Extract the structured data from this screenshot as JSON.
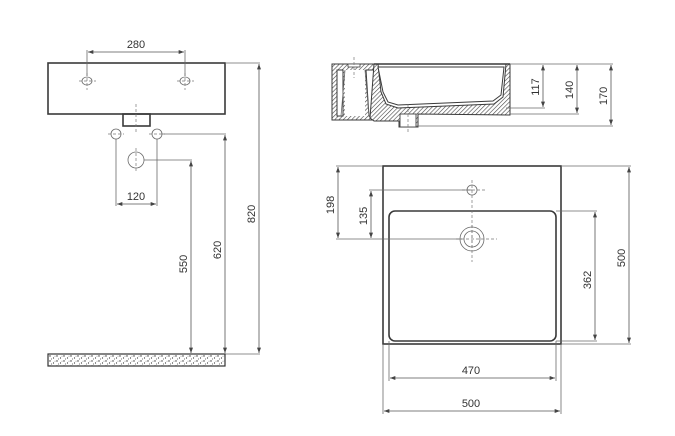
{
  "drawing": {
    "front_view": {
      "tap_spacing": "280",
      "supply_spacing": "120",
      "drain_height": "550",
      "supply_height": "620",
      "top_height": "820"
    },
    "side_view": {
      "basin_depth": "117",
      "outer_depth": "140",
      "total_depth": "170"
    },
    "plan_view": {
      "tap_hole_from_back": "198",
      "tap_to_drain": "135",
      "basin_length": "362",
      "outer_depth": "500",
      "basin_width": "470",
      "outer_width": "500"
    },
    "colors": {
      "line": "#3a3a3a",
      "dim": "#555555",
      "background": "#ffffff"
    }
  }
}
